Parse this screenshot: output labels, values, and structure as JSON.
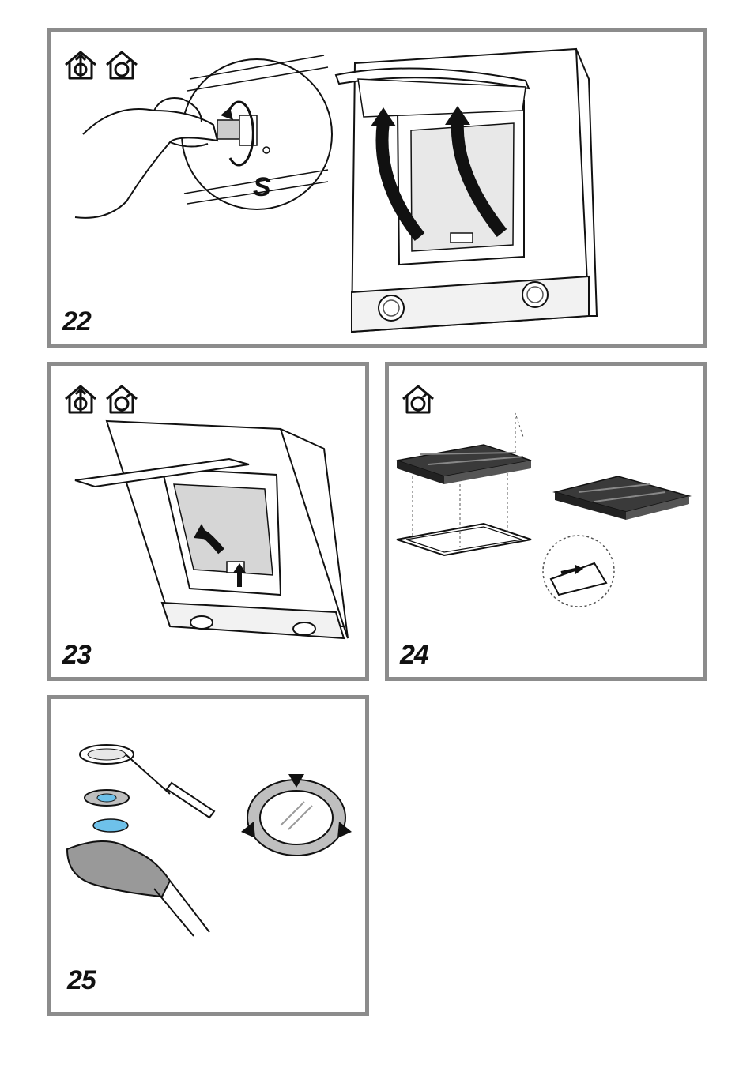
{
  "panels": [
    {
      "id": "p22",
      "number": "22",
      "icons": [
        "ducted-mode-icon",
        "recirculation-mode-icon"
      ],
      "callout": "S"
    },
    {
      "id": "p23",
      "number": "23",
      "icons": [
        "ducted-mode-icon",
        "recirculation-mode-icon"
      ]
    },
    {
      "id": "p24",
      "number": "24",
      "icons": [
        "recirculation-mode-icon"
      ]
    },
    {
      "id": "p25",
      "number": "25",
      "icons": []
    }
  ],
  "colors": {
    "frame": "#8c8c8c",
    "filter_dark": "#3a3a3a",
    "lamp_cover": "#6ec1ea",
    "ink": "#111111"
  }
}
